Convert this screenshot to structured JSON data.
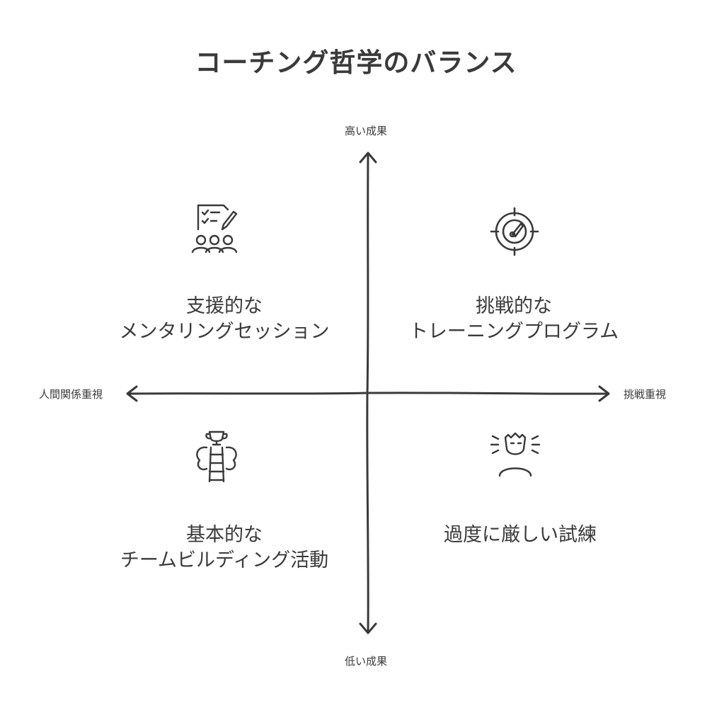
{
  "title": "コーチング哲学のバランス",
  "axes": {
    "top": "高い成果",
    "bottom": "低い成果",
    "left": "人間関係重視",
    "right": "挑戦重視"
  },
  "quadrants": {
    "top_left": {
      "line1": "支援的な",
      "line2": "メンタリングセッション",
      "icon": "group-checklist-icon"
    },
    "top_right": {
      "line1": "挑戦的な",
      "line2": "トレーニングプログラム",
      "icon": "target-gauge-icon"
    },
    "bottom_left": {
      "line1": "基本的な",
      "line2": "チームビルディング活動",
      "icon": "trophy-ladder-icon"
    },
    "bottom_right": {
      "line1": "過度に厳しい試練",
      "icon": "stressed-person-icon"
    }
  },
  "colors": {
    "stroke": "#3a3a3a",
    "background": "#ffffff"
  }
}
